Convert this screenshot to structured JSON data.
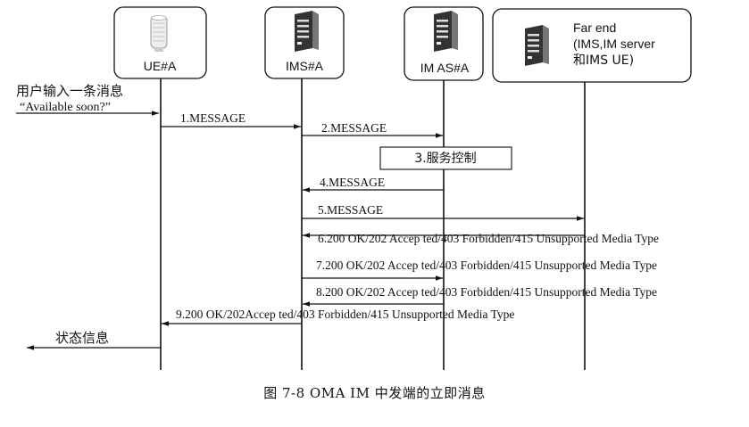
{
  "entities": {
    "ue": {
      "label": "UE#A"
    },
    "ims": {
      "label": "IMS#A"
    },
    "as": {
      "label": "IM AS#A"
    },
    "far": {
      "label_lines": [
        "Far end",
        "(IMS,IM server",
        "和IMS UE)"
      ]
    }
  },
  "user_input": {
    "line1": "用户输入一条消息",
    "line2": "“Available soon?”"
  },
  "messages": [
    {
      "label": "1.MESSAGE"
    },
    {
      "label": "2.MESSAGE"
    },
    {
      "label": "3.服务控制"
    },
    {
      "label": "4.MESSAGE"
    },
    {
      "label": "5.MESSAGE"
    },
    {
      "label": "6.200 OK/202 Accep ted/403 Forbidden/415 Unsupported Media Type"
    },
    {
      "label": "7.200 OK/202 Accep ted/403 Forbidden/415 Unsupported Media Type"
    },
    {
      "label": "8.200 OK/202 Accep ted/403 Forbidden/415 Unsupported Media Type"
    },
    {
      "label": "9.200 OK/202Accep ted/403 Forbidden/415 Unsupported Media Type"
    }
  ],
  "status_info": {
    "label": "状态信息"
  },
  "caption": "图 7-8   OMA IM 中发端的立即消息"
}
